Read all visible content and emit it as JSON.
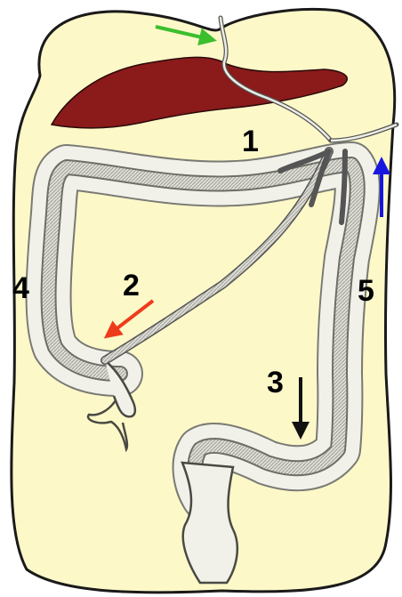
{
  "diagram": {
    "labels": {
      "l1": "1",
      "l2": "2",
      "l3": "3",
      "l4": "4",
      "l5": "5"
    },
    "colors": {
      "abdomen_fill": "#fdf8c8",
      "outline": "#1a1a1a",
      "liver": "#8b1a1a",
      "colon_fill": "#f1f1ea",
      "colon_edge": "#7a7a74",
      "artery_fill": "#d8d8d0",
      "arrow_green": "#3bbf2e",
      "arrow_red": "#ee3b1c",
      "arrow_blue": "#1717e0",
      "arrow_black": "#111111"
    },
    "icons": {
      "green_arrow": "arrow-right-down-icon",
      "red_arrow": "arrow-down-left-icon",
      "blue_arrow": "arrow-up-icon",
      "black_arrow": "arrow-down-icon"
    }
  }
}
